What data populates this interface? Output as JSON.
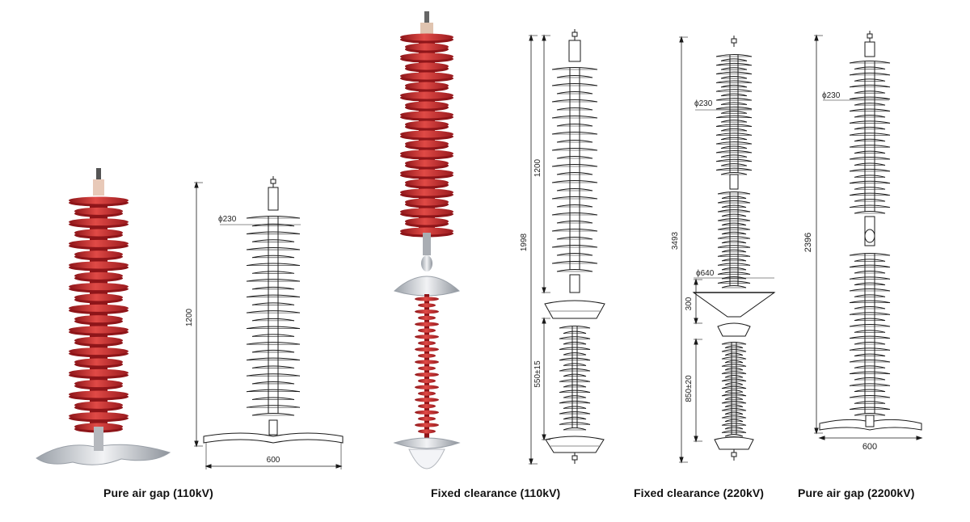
{
  "colors": {
    "insulator_red": "#c8262a",
    "insulator_red_dark": "#8e1519",
    "insulator_red_light": "#e85a55",
    "line_drawing": "#1a1a1a",
    "metal": "#c9ccd1"
  },
  "figures": [
    {
      "caption": "Pure air gap (110kV)",
      "dimensions": {
        "height": "1200",
        "shed_diameter": "ϕ230",
        "base_width": "600"
      }
    },
    {
      "caption": "Fixed clearance (110kV)",
      "dimensions": {
        "total": "1998",
        "upper": "1200",
        "gap": "550±15"
      }
    },
    {
      "caption": "Fixed clearance (220kV)",
      "dimensions": {
        "total": "3493",
        "shed_diameter": "ϕ230",
        "ring_diameter": "ϕ640",
        "ring_height": "300",
        "gap": "850±20"
      }
    },
    {
      "caption": "Pure air gap (2200kV)",
      "dimensions": {
        "total": "2396",
        "shed_diameter": "ϕ230",
        "base_width": "600"
      }
    }
  ]
}
